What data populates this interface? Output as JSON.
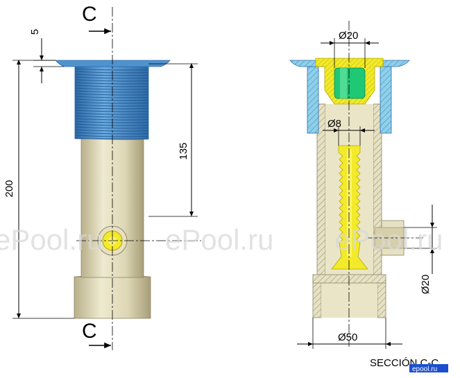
{
  "section_letter_top": "C",
  "section_letter_bottom": "C",
  "dimensions": {
    "flange_thickness": "5",
    "overall_height": "200",
    "thread_length": "135",
    "top_diameter": "Ø20",
    "inner_diameter": "Ø8",
    "side_port_diameter": "Ø20",
    "base_diameter": "Ø50"
  },
  "section_caption": "SECCIÓN C-C",
  "watermark": [
    "ePool.ru",
    "ePool.ru",
    "ePool.ru"
  ],
  "brand_corner": "epool.ru",
  "colors": {
    "body": "#e7e1c3",
    "body_shade": "#b9b08a",
    "thread": "#4f93cf",
    "thread_dark": "#2d6aa8",
    "yellow": "#f2ea2a",
    "green": "#1fc874",
    "hatch": "#8b8466"
  }
}
